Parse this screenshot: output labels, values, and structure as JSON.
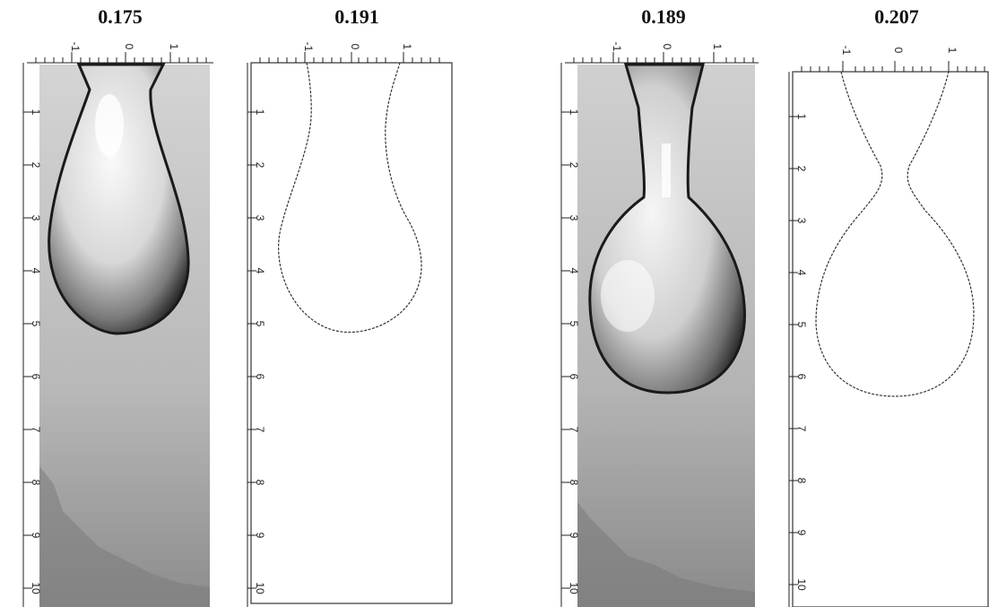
{
  "figure": {
    "panels": [
      {
        "title": "0.175",
        "kind": "photo",
        "x_ticks": [
          "-1",
          "0",
          "1"
        ],
        "y_ticks": [
          "1",
          "2",
          "3",
          "4",
          "5",
          "6",
          "7",
          "8",
          "9",
          "10"
        ]
      },
      {
        "title": "0.191",
        "kind": "outline",
        "x_ticks": [
          "-1",
          "0",
          "1"
        ],
        "y_ticks": [
          "1",
          "2",
          "3",
          "4",
          "5",
          "6",
          "7",
          "8",
          "9",
          "10"
        ]
      },
      {
        "title": "0.189",
        "kind": "photo",
        "x_ticks": [
          "-1",
          "0",
          "1"
        ],
        "y_ticks": [
          "1",
          "2",
          "3",
          "4",
          "5",
          "6",
          "7",
          "8",
          "9",
          "10"
        ]
      },
      {
        "title": "0.207",
        "kind": "outline",
        "x_ticks": [
          "-1",
          "0",
          "1"
        ],
        "y_ticks": [
          "1",
          "2",
          "3",
          "4",
          "5",
          "6",
          "7",
          "8",
          "9",
          "10"
        ]
      }
    ]
  }
}
